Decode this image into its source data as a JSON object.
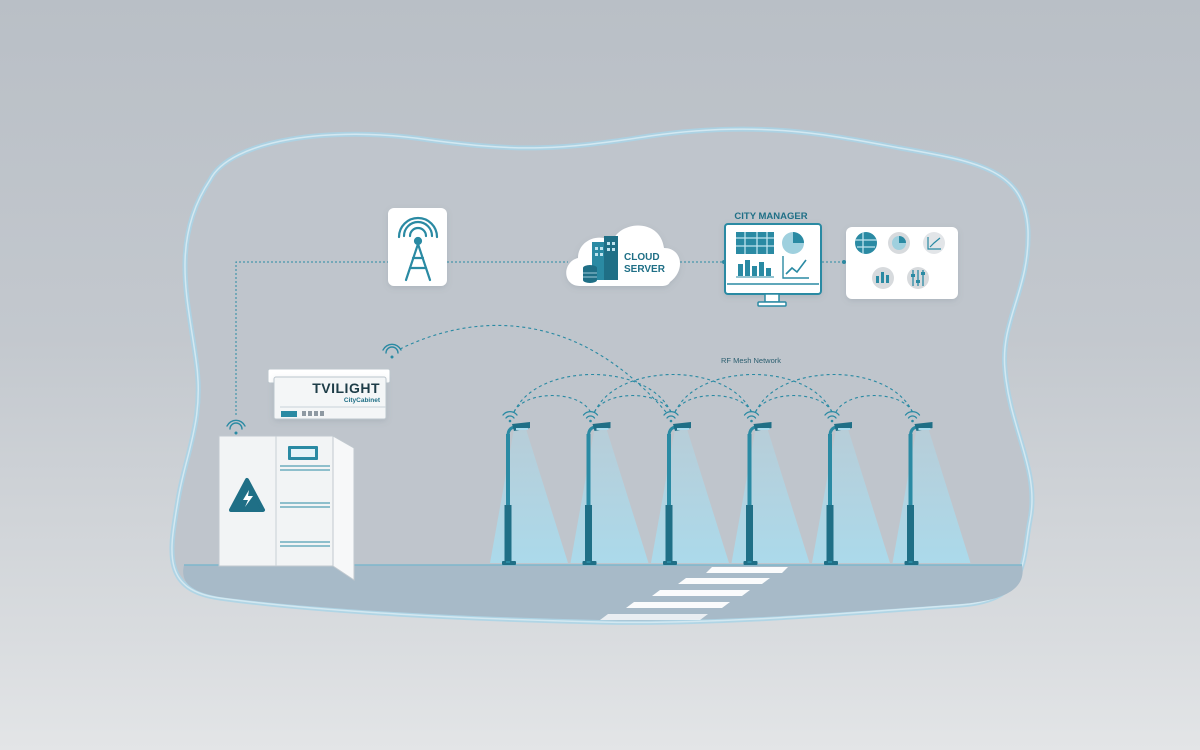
{
  "colors": {
    "teal_dark": "#1f6f86",
    "teal": "#2a8aa3",
    "teal_light": "#7fc4d6",
    "outline_blue": "#a9d3e6",
    "ground": "#a8bccb",
    "beam": "#9fd6ea",
    "card_bg": "#ffffff"
  },
  "cabinet_device": {
    "brand": "TVILIGHT",
    "model": "CityCabinet"
  },
  "cloud_server": {
    "line1": "CLOUD",
    "line2": "SERVER"
  },
  "city_manager": {
    "title": "CITY MANAGER"
  },
  "mesh": {
    "label": "RF Mesh Network"
  },
  "icons": {
    "tower": "radio-tower-icon",
    "cloud": "cloud-icon",
    "wifi": "wifi-icon",
    "hazard": "high-voltage-icon",
    "monitor": "monitor-icon",
    "map": "map-icon",
    "pie": "pie-chart-icon",
    "line": "line-chart-icon",
    "bar": "bar-chart-icon",
    "sliders": "sliders-icon"
  },
  "streetlight_count": 6
}
